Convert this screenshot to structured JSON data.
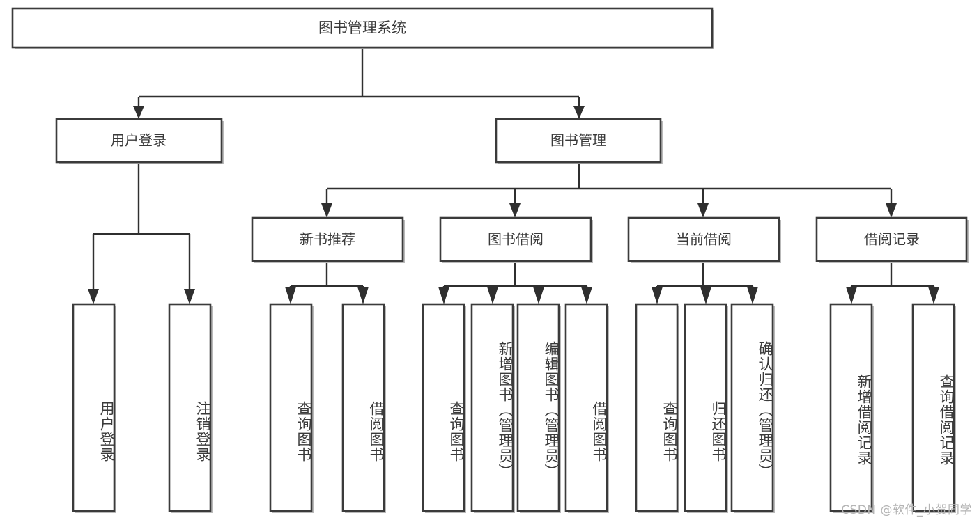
{
  "diagram": {
    "title": "图书管理系统",
    "type": "tree",
    "root": {
      "id": "root",
      "label": "图书管理系统"
    },
    "level1": [
      {
        "id": "user-login",
        "label": "用户登录"
      },
      {
        "id": "book-manage",
        "label": "图书管理"
      }
    ],
    "level2": [
      {
        "id": "new-book-recommend",
        "label": "新书推荐",
        "parent": "book-manage"
      },
      {
        "id": "book-borrow",
        "label": "图书借阅",
        "parent": "book-manage"
      },
      {
        "id": "current-borrow",
        "label": "当前借阅",
        "parent": "book-manage"
      },
      {
        "id": "borrow-record",
        "label": "借阅记录",
        "parent": "book-manage"
      }
    ],
    "leaves": [
      {
        "id": "leaf-user-login",
        "label": "用户登录",
        "parent": "user-login"
      },
      {
        "id": "leaf-logout",
        "label": "注销登录",
        "parent": "user-login"
      },
      {
        "id": "leaf-query-book-1",
        "label": "查询图书",
        "parent": "new-book-recommend"
      },
      {
        "id": "leaf-borrow-book-1",
        "label": "借阅图书",
        "parent": "new-book-recommend"
      },
      {
        "id": "leaf-query-book-2",
        "label": "查询图书",
        "parent": "book-borrow"
      },
      {
        "id": "leaf-add-book",
        "label": "新增图书（管理员）",
        "parent": "book-borrow"
      },
      {
        "id": "leaf-edit-book",
        "label": "编辑图书（管理员）",
        "parent": "book-borrow"
      },
      {
        "id": "leaf-borrow-book-2",
        "label": "借阅图书",
        "parent": "book-borrow"
      },
      {
        "id": "leaf-query-book-3",
        "label": "查询图书",
        "parent": "current-borrow"
      },
      {
        "id": "leaf-return-book",
        "label": "归还图书",
        "parent": "current-borrow"
      },
      {
        "id": "leaf-confirm-return",
        "label": "确认归还（管理员）",
        "parent": "current-borrow"
      },
      {
        "id": "leaf-add-record",
        "label": "新增借阅记录",
        "parent": "borrow-record"
      },
      {
        "id": "leaf-query-record",
        "label": "查询借阅记录",
        "parent": "borrow-record"
      }
    ],
    "colors": {
      "box_fill": "#ffffff",
      "box_stroke": "#3b3b3b",
      "line": "#2f2f2f",
      "text": "#3a3a3a",
      "background": "#ffffff",
      "watermark": "#b4b4b4"
    }
  },
  "watermark": {
    "text": "CSDN @软件_小贺同学"
  }
}
